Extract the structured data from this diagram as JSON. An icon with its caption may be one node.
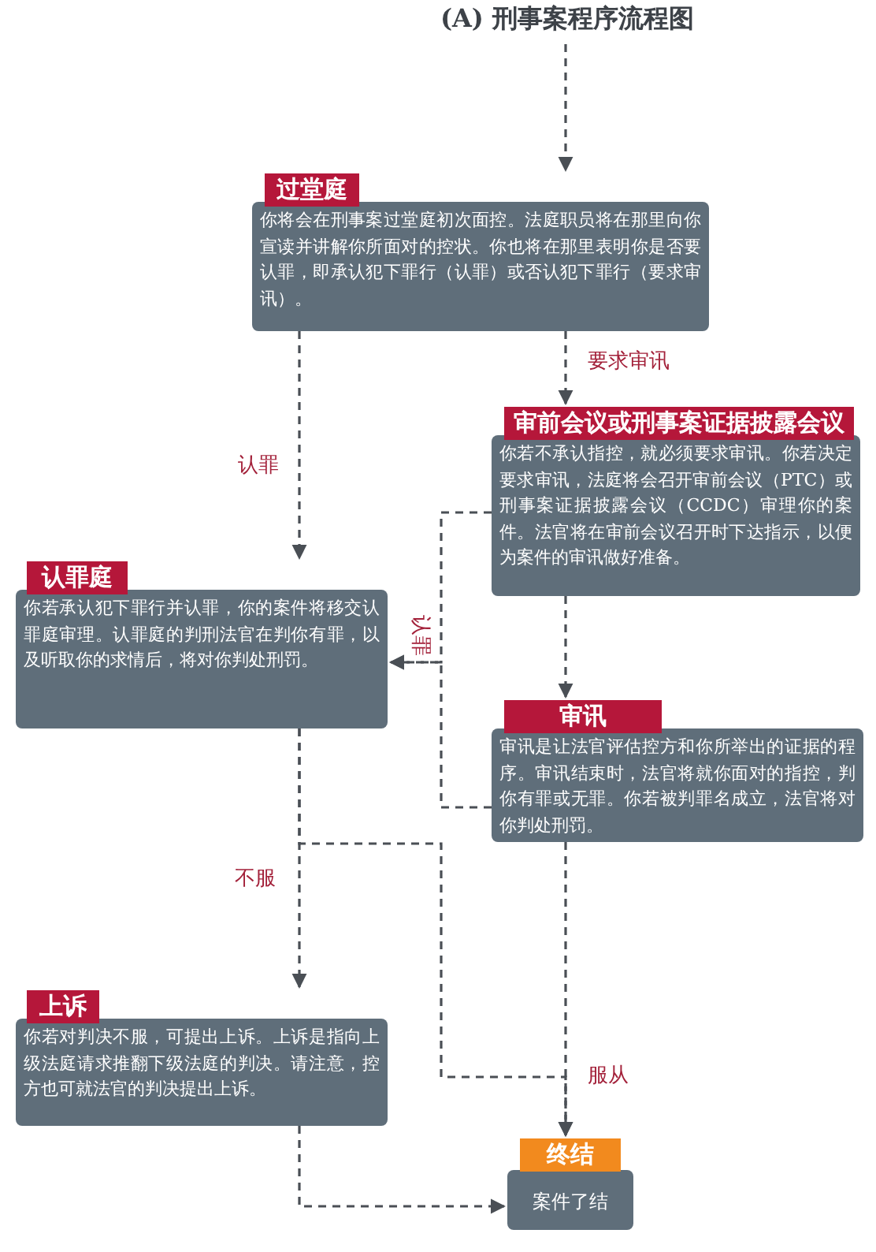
{
  "diagram": {
    "title": "(A) 刑事案程序流程图",
    "nodes": [
      {
        "text": [
          "过堂庭",
          "你将会在刑事案过堂庭初次面控。法庭职员将在那里向你宣读并讲解你所面对的控状。你也将在那里表明你是否要认罪，即承认犯下罪行（认罪）或否认犯下罪行（要求审讯）。"
        ]
      },
      {
        "text": [
          "审前会议或刑事案证据披露会议",
          "你若不承认指控，就必须要求审讯。你若决定要求审讯，法庭将会召开审前会议（PTC）或刑事案证据披露会议（CCDC）审理你的案件。法官将在审前会议召开时下达指示，以便为案件的审讯做好准备。"
        ]
      },
      {
        "text": [
          "认罪庭",
          "你若承认犯下罪行并认罪，你的案件将移交认罪庭审理。认罪庭的判刑法官在判你有罪，以及听取你的求情后，将对你判处刑罚。"
        ]
      },
      {
        "text": [
          "审讯",
          "审讯是让法官评估控方和你所举出的证据的程序。审讯结束时，法官将就你面对的指控，判你有罪或无罪。你若被判罪名成立，法官将对你判处刑罚。"
        ]
      },
      {
        "text": [
          "上诉",
          "你若对判决不服，可提出上诉。上诉是指向上级法庭请求推翻下级法庭的判决。请注意，控方也可就法官的判决提出上诉。"
        ]
      },
      {
        "text": [
          "终结",
          "案件了结"
        ]
      }
    ],
    "edges": [
      {
        "from": null,
        "to": 0,
        "arrow": "to",
        "style": "dashed"
      },
      {
        "from": 0,
        "to": 1,
        "arrow": "to",
        "style": "dashed",
        "label": "要求审讯"
      },
      {
        "from": 0,
        "to": 2,
        "arrow": "to",
        "style": "dashed",
        "label": "认罪"
      },
      {
        "from": 1,
        "to": 2,
        "arrow": "to",
        "style": "dashed",
        "label": "认罪"
      },
      {
        "from": 3,
        "to": 2,
        "arrow": "to",
        "style": "dashed"
      },
      {
        "from": 1,
        "to": 3,
        "arrow": "to",
        "style": "dashed"
      },
      {
        "from": 2,
        "to": 4,
        "arrow": "to",
        "style": "dashed",
        "label": "不服"
      },
      {
        "from": 2,
        "to": 5,
        "arrow": "to",
        "style": "dashed"
      },
      {
        "from": 3,
        "to": 5,
        "arrow": "to",
        "style": "dashed",
        "label": "服从"
      },
      {
        "from": 4,
        "to": 5,
        "arrow": "to",
        "style": "dashed"
      }
    ]
  }
}
